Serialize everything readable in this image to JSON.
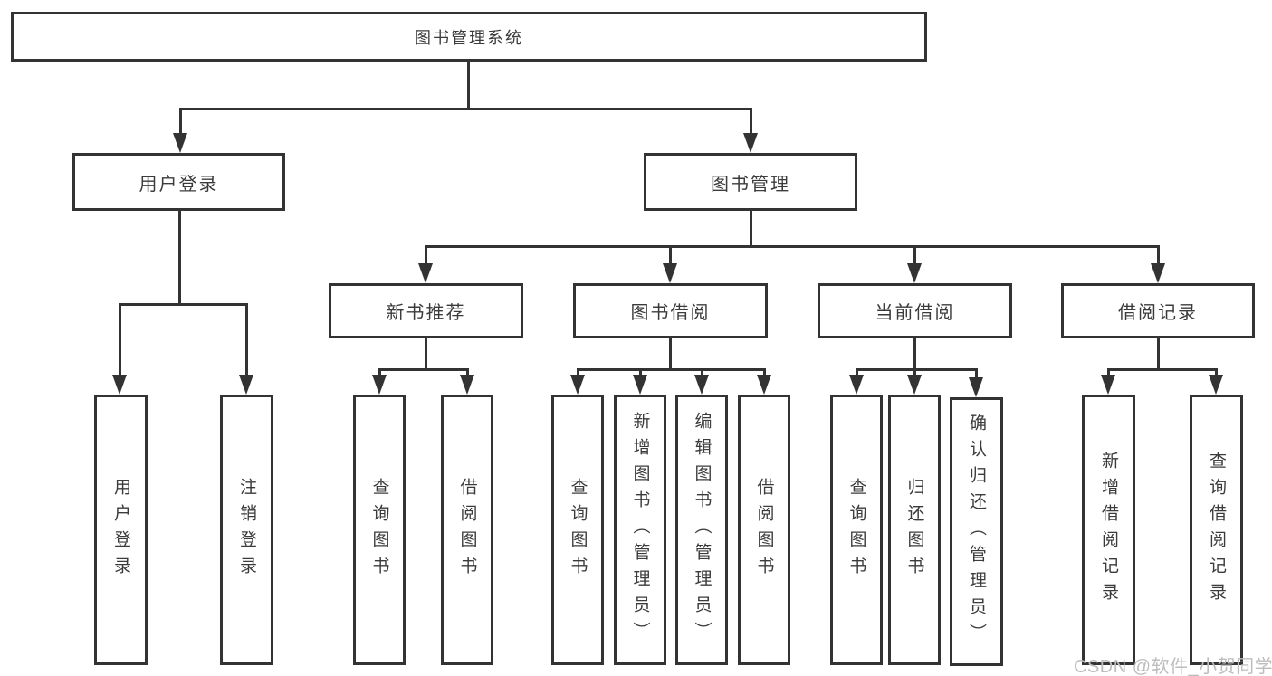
{
  "tree": {
    "root": "图书管理系统",
    "children": [
      {
        "label": "用户登录",
        "children": [
          {
            "label": "用户登录"
          },
          {
            "label": "注销登录"
          }
        ]
      },
      {
        "label": "图书管理",
        "children": [
          {
            "label": "新书推荐",
            "children": [
              {
                "label": "查询图书"
              },
              {
                "label": "借阅图书"
              }
            ]
          },
          {
            "label": "图书借阅",
            "children": [
              {
                "label": "查询图书"
              },
              {
                "label": "新增图书（管理员）"
              },
              {
                "label": "编辑图书（管理员）"
              },
              {
                "label": "借阅图书"
              }
            ]
          },
          {
            "label": "当前借阅",
            "children": [
              {
                "label": "查询图书"
              },
              {
                "label": "归还图书"
              },
              {
                "label": "确认归还（管理员）"
              }
            ]
          },
          {
            "label": "借阅记录",
            "children": [
              {
                "label": "新增借阅记录"
              },
              {
                "label": "查询借阅记录"
              }
            ]
          }
        ]
      }
    ]
  },
  "watermark": {
    "text": "CSDN @软件_小贺同学"
  },
  "colors": {
    "line": "#333333",
    "text": "#3b3b3b",
    "watermark": "#bdbdbd",
    "background": "#ffffff"
  }
}
